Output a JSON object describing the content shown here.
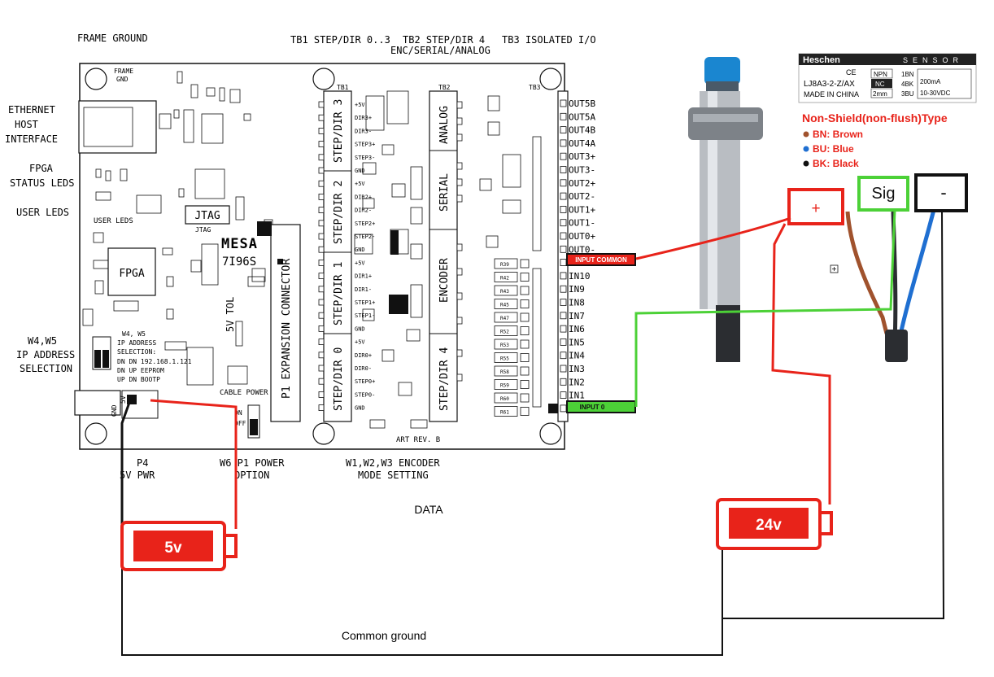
{
  "board": {
    "top_labels": {
      "frame_ground": "FRAME GROUND",
      "tb1": "TB1 STEP/DIR 0..3",
      "tb2a": "TB2 STEP/DIR 4",
      "tb2b": "ENC/SERIAL/ANALOG",
      "tb3": "TB3 ISOLATED I/O"
    },
    "left_labels": {
      "ethernet1": "ETHERNET",
      "ethernet2": "HOST",
      "ethernet3": "INTERFACE",
      "fpga_status1": "FPGA",
      "fpga_status2": "STATUS LEDS",
      "user_leds": "USER LEDS",
      "w4w5_1": "W4,W5",
      "w4w5_2": "IP ADDRESS",
      "w4w5_3": "SELECTION"
    },
    "bottom_labels": {
      "p4_1": "P4",
      "p4_2": "5V PWR",
      "w6_1": "W6 P1 POWER",
      "w6_2": "OPTION",
      "w123_1": "W1,W2,W3 ENCODER",
      "w123_2": "MODE SETTING"
    },
    "silk": {
      "frame_gnd1": "FRAME",
      "frame_gnd2": "GND",
      "fpga": "FPGA",
      "jtag": "JTAG",
      "jtag_small": "JTAG",
      "mesa": "MESA",
      "model": "7I96S",
      "tol": "5V TOL",
      "user_leds_small": "USER LEDS",
      "expansion": "P1 EXPANSION CONNECTOR",
      "stepdir3": "STEP/DIR 3",
      "stepdir2": "STEP/DIR 2",
      "stepdir1": "STEP/DIR 1",
      "stepdir0": "STEP/DIR 0",
      "stepdir4": "STEP/DIR 4",
      "analog": "ANALOG",
      "serial": "SERIAL",
      "encoder": "ENCODER",
      "cable_power": "CABLE POWER",
      "art_rev": "ART REV. B",
      "tb1": "TB1",
      "tb2": "TB2",
      "tb3": "TB3",
      "ip_block": [
        "W4, W5",
        "IP ADDRESS",
        "SELECTION:",
        "DN DN 192.168.1.121",
        "DN UP EEPROM",
        "UP DN BOOTP"
      ],
      "gnd": "GND",
      "v5": "5V",
      "on": "ON",
      "off": "OFF"
    },
    "tb1_pins": [
      "+5V",
      "DIR3+",
      "DIR3-",
      "STEP3+",
      "STEP3-",
      "GND",
      "+5V",
      "DIR2+",
      "DIR2-",
      "STEP2+",
      "STEP2-",
      "GND",
      "+5V",
      "DIR1+",
      "DIR1-",
      "STEP1+",
      "STEP1-",
      "GND",
      "+5V",
      "DIR0+",
      "DIR0-",
      "STEP0+",
      "STEP0-",
      "GND"
    ],
    "tb3_pins": [
      "OUT5B",
      "OUT5A",
      "OUT4B",
      "OUT4A",
      "OUT3+",
      "OUT3-",
      "OUT2+",
      "OUT2-",
      "OUT1+",
      "OUT1-",
      "OUT0+",
      "OUT0-",
      "INPUT COMMON",
      "IN10",
      "IN9",
      "IN8",
      "IN7",
      "IN6",
      "IN5",
      "IN4",
      "IN3",
      "IN2",
      "IN1",
      "INPUT 0"
    ],
    "resistors": [
      "R39",
      "R42",
      "R43",
      "R45",
      "R47",
      "R52",
      "R53",
      "R55",
      "R58",
      "R59",
      "R60",
      "R61"
    ]
  },
  "callouts": {
    "input_common": "INPUT COMMON",
    "input0": "INPUT 0"
  },
  "sensor": {
    "brand": "Heschen",
    "brand_tag": "SENSOR",
    "model": "LJ8A3-2-Z/AX",
    "made_in": "MADE IN CHINA",
    "npn": "NPN",
    "nc": "NC",
    "dist": "2mm",
    "pins": [
      "1BN",
      "4BK",
      "3BU"
    ],
    "rating1": "200mA",
    "rating2": "10-30VDC",
    "ce": "CE",
    "type": "Non-Shield(non-flush)Type",
    "wires": [
      "BN: Brown",
      "BU: Blue",
      "BK: Black"
    ]
  },
  "terminals": {
    "plus": "+",
    "sig": "Sig",
    "minus": "-"
  },
  "power": {
    "v5": "5v",
    "v24": "24v"
  },
  "labels": {
    "data": "DATA",
    "common_ground": "Common ground"
  },
  "colors": {
    "red": "#e8231a",
    "green": "#4cd137",
    "black": "#111111",
    "brown": "#a0522d",
    "blue": "#1f6fd1"
  }
}
